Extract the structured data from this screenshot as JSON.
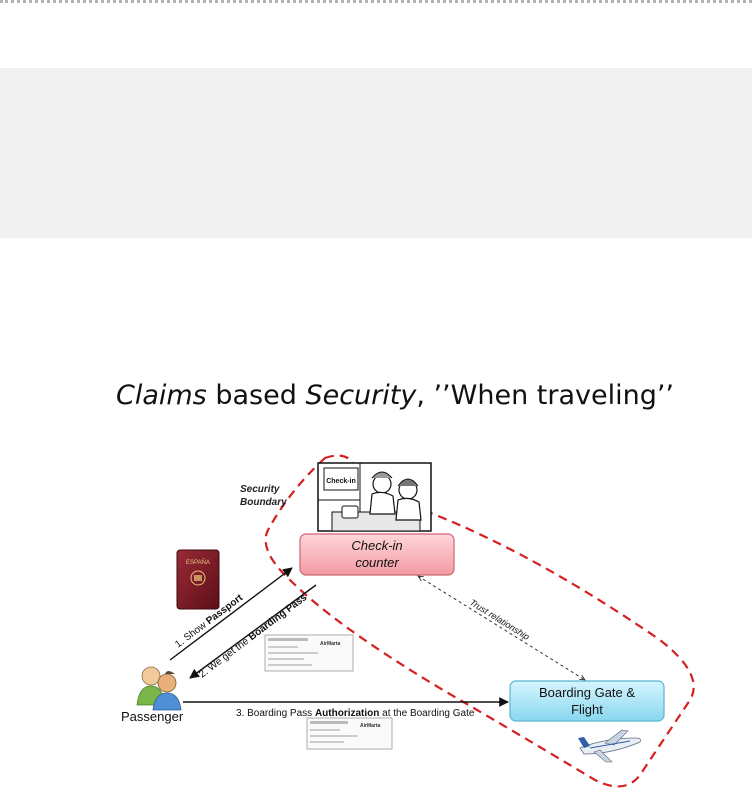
{
  "title": {
    "part1": "Claims",
    "part2": " based ",
    "part3": "Security",
    "part4": ", ’’When traveling’’"
  },
  "boundary_label_line1": "Security",
  "boundary_label_line2": "Boundary",
  "checkin_sign": "Check-in",
  "checkin_box_line1": "Check-in",
  "checkin_box_line2": "counter",
  "gate_box_line1": "Boarding Gate &",
  "gate_box_line2": "Flight",
  "passenger_label": "Passenger",
  "trust_label": "Trust relationship",
  "arrow1": {
    "prefix": "1. Show ",
    "bold": "Passport"
  },
  "arrow2": {
    "prefix": "2. We get the ",
    "bold": "Boarding Pass"
  },
  "arrow3": {
    "prefix": "3. Boarding Pass ",
    "bold": "Authorization",
    "suffix": " at the Boarding Gate"
  },
  "passport_text": "ESPAÑA",
  "ticket_brand": "AirMarta",
  "colors": {
    "boundary": "#d42020",
    "checkin_fill": "#f7b9be",
    "gate_fill": "#a9e4f5",
    "passport": "#7a1a24"
  }
}
